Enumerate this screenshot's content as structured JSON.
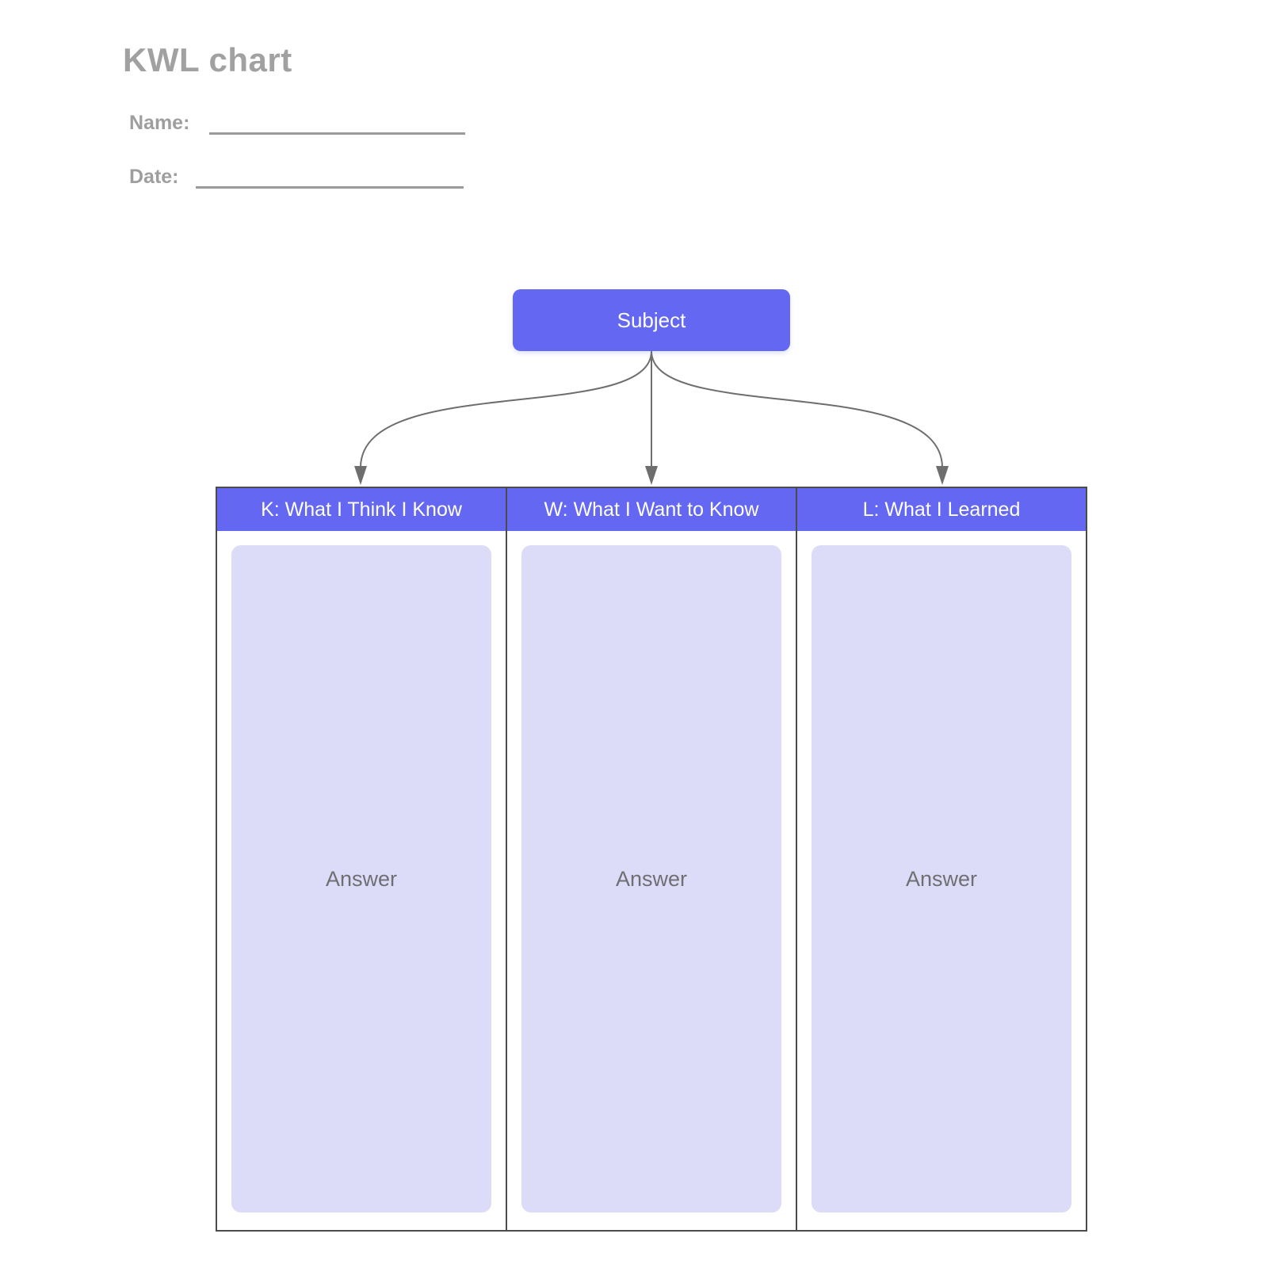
{
  "page": {
    "title": "KWL chart"
  },
  "form": {
    "name_label": "Name:",
    "date_label": "Date:"
  },
  "diagram": {
    "subject_label": "Subject",
    "columns": [
      {
        "header": "K: What I Think I Know",
        "placeholder": "Answer"
      },
      {
        "header": "W: What I Want to Know",
        "placeholder": "Answer"
      },
      {
        "header": "L: What I Learned",
        "placeholder": "Answer"
      }
    ]
  },
  "colors": {
    "accent_purple": "#6467f2",
    "answer_fill": "#dcdcf8",
    "table_border": "#4b4b4b",
    "arrow_gray": "#6e6e6e",
    "muted_text_gray": "#9e9e9e"
  }
}
